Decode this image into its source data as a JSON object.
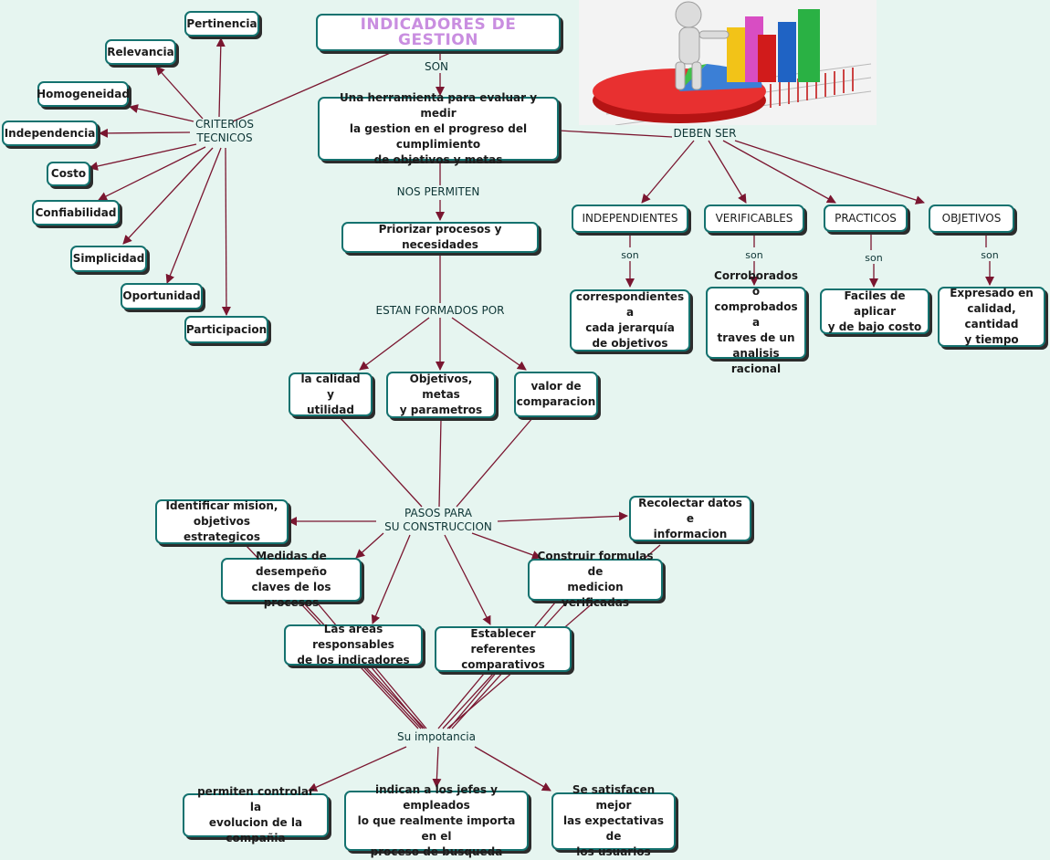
{
  "title": "INDICADORES DE GESTION",
  "definition": "Una herramienta para evaluar y medir\nla gestion en el progreso del cumplimiento\nde objetivos y metas",
  "link_labels": {
    "son": "SON",
    "nos_permiten": "NOS PERMITEN",
    "estan_formados_por": "ESTAN FORMADOS POR",
    "criterios_tecnicos": "CRITERIOS\nTECNICOS",
    "deben_ser": "DEBEN SER",
    "pasos": "PASOS PARA\nSU CONSTRUCCION",
    "importancia": "Su impotancia",
    "son_lower": "son"
  },
  "criterios": [
    "Pertinencia",
    "Relevancia",
    "Homogeneidad",
    "Independencia",
    "Costo",
    "Confiabilidad",
    "Simplicidad",
    "Oportunidad",
    "Participacion"
  ],
  "priorizar": "Priorizar procesos y necesidades",
  "formados": [
    "la calidad y\nutilidad",
    "Objetivos, metas\ny parametros",
    "valor de\ncomparacion"
  ],
  "deben_ser": [
    {
      "name": "INDEPENDIENTES",
      "desc": "correspondientes a\ncada jerarquía\nde objetivos"
    },
    {
      "name": "VERIFICABLES",
      "desc": "Corroborados o\ncomprobados a\ntraves de un\nanalisis racional"
    },
    {
      "name": "PRACTICOS",
      "desc": "Faciles de aplicar\ny de bajo costo"
    },
    {
      "name": "OBJETIVOS",
      "desc": "Expresado en\ncalidad, cantidad\ny tiempo"
    }
  ],
  "pasos": [
    "Identificar mision,\nobjetivos estrategicos",
    "Recolectar datos e\ninformacion",
    "Medidas de desempeño\nclaves de los procesos",
    "Construir formulas de\nmedicion verificadas",
    "Las areas responsables\nde los indicadores",
    "Establecer referentes\ncomparativos"
  ],
  "importancia": [
    "permiten controlar la\nevolucion de la compañia",
    "indican a los jefes y empleados\nlo que realmente importa en el\nproceso de busqueda",
    "Se satisfacen mejor\nlas expectativas de\nlos usuarios"
  ],
  "colors": {
    "background": "#e6f5f0",
    "node_border": "#14726f",
    "arrow": "#7a1630",
    "title_text": "#c98ee0"
  },
  "picture_icon": "person-with-bar-and-pie-chart"
}
